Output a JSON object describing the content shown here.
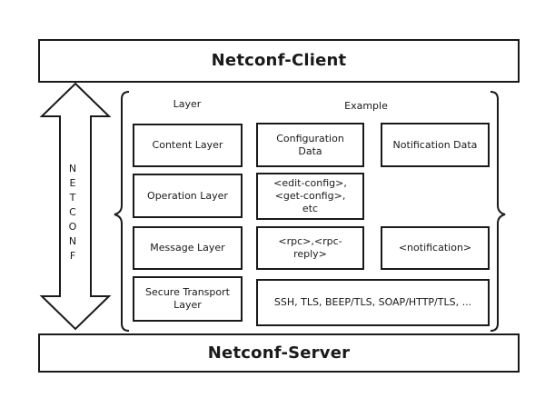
{
  "client": {
    "label": "Netconf-Client"
  },
  "server": {
    "label": "Netconf-Server"
  },
  "arrow": {
    "label": "NETCONF"
  },
  "headers": {
    "layer": "Layer",
    "example": "Example"
  },
  "layers": [
    {
      "name": "Content Layer",
      "examples": [
        "Configuration Data",
        "Notification Data"
      ]
    },
    {
      "name": "Operation Layer",
      "examples": [
        "<edit-config>, <get-config>, etc"
      ]
    },
    {
      "name": "Message Layer",
      "examples": [
        "<rpc>,<rpc-reply>",
        "<notification>"
      ]
    },
    {
      "name": "Secure Transport Layer",
      "examples": [
        "SSH, TLS, BEEP/TLS, SOAP/HTTP/TLS, ..."
      ]
    }
  ]
}
